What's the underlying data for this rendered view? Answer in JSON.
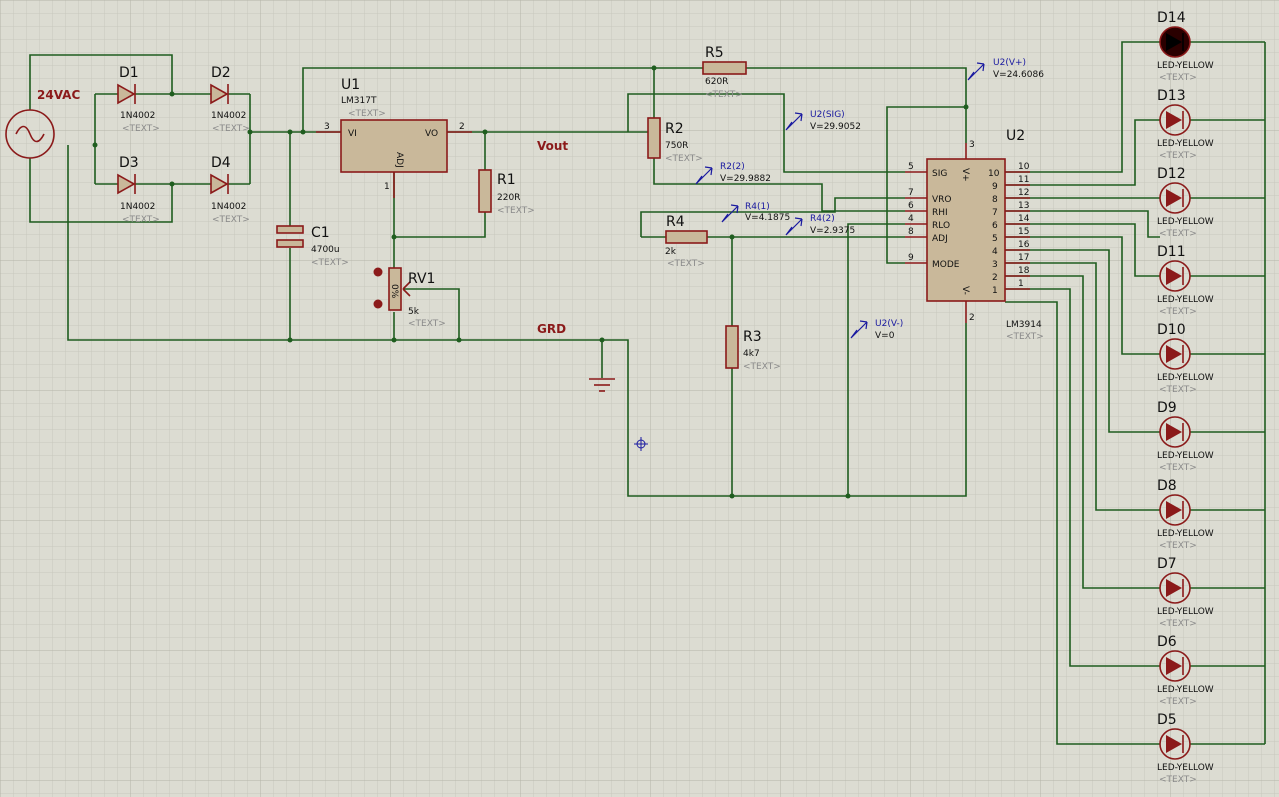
{
  "source": {
    "label": "24VAC"
  },
  "diodes": [
    {
      "ref": "D1",
      "value": "1N4002",
      "text": "<TEXT>"
    },
    {
      "ref": "D2",
      "value": "1N4002",
      "text": "<TEXT>"
    },
    {
      "ref": "D3",
      "value": "1N4002",
      "text": "<TEXT>"
    },
    {
      "ref": "D4",
      "value": "1N4002",
      "text": "<TEXT>"
    }
  ],
  "regulator": {
    "ref": "U1",
    "value": "LM317T",
    "text": "<TEXT>",
    "pin_vi": "VI",
    "pin_vo": "VO",
    "pin_adj": "ADJ",
    "pin3": "3",
    "pin2": "2",
    "pin1": "1"
  },
  "capacitor": {
    "ref": "C1",
    "value": "4700u",
    "text": "<TEXT>"
  },
  "resistors": [
    {
      "ref": "R1",
      "value": "220R",
      "text": "<TEXT>"
    },
    {
      "ref": "R2",
      "value": "750R",
      "text": "<TEXT>"
    },
    {
      "ref": "R3",
      "value": "4k7",
      "text": "<TEXT>"
    },
    {
      "ref": "R4",
      "value": "2k",
      "text": "<TEXT>"
    },
    {
      "ref": "R5",
      "value": "620R",
      "text": "<TEXT>"
    }
  ],
  "pot": {
    "ref": "RV1",
    "value": "5k",
    "text": "<TEXT>",
    "mark": "0%"
  },
  "nets": {
    "vout": "Vout",
    "grd": "GRD"
  },
  "driver": {
    "ref": "U2",
    "value": "LM3914",
    "text": "<TEXT>",
    "pin3": "3",
    "pin2": "2",
    "left_pins": [
      {
        "num": "5",
        "name": "SIG"
      },
      {
        "num": "7",
        "name": "VRO"
      },
      {
        "num": "6",
        "name": "RHI"
      },
      {
        "num": "4",
        "name": "RLO"
      },
      {
        "num": "8",
        "name": "ADJ"
      },
      {
        "num": "9",
        "name": "MODE"
      }
    ],
    "vplus_label": "V+",
    "vminus_label": "V-",
    "right_pins": [
      {
        "num": "10",
        "inner": "10"
      },
      {
        "num": "11",
        "inner": "9"
      },
      {
        "num": "12",
        "inner": "8"
      },
      {
        "num": "13",
        "inner": "7"
      },
      {
        "num": "14",
        "inner": "6"
      },
      {
        "num": "15",
        "inner": "5"
      },
      {
        "num": "16",
        "inner": "4"
      },
      {
        "num": "17",
        "inner": "3"
      },
      {
        "num": "18",
        "inner": "2"
      },
      {
        "num": "1",
        "inner": "1"
      }
    ]
  },
  "probes": [
    {
      "name": "U2(V+)",
      "value": "V=24.6086"
    },
    {
      "name": "U2(SIG)",
      "value": "V=29.9052"
    },
    {
      "name": "R2(2)",
      "value": "V=29.9882"
    },
    {
      "name": "R4(1)",
      "value": "V=4.1875"
    },
    {
      "name": "R4(2)",
      "value": "V=2.9375"
    },
    {
      "name": "U2(V-)",
      "value": "V=0"
    }
  ],
  "leds": [
    {
      "ref": "D14",
      "value": "LED-YELLOW",
      "text": "<TEXT>"
    },
    {
      "ref": "D13",
      "value": "LED-YELLOW",
      "text": "<TEXT>"
    },
    {
      "ref": "D12",
      "value": "LED-YELLOW",
      "text": "<TEXT>"
    },
    {
      "ref": "D11",
      "value": "LED-YELLOW",
      "text": "<TEXT>"
    },
    {
      "ref": "D10",
      "value": "LED-YELLOW",
      "text": "<TEXT>"
    },
    {
      "ref": "D9",
      "value": "LED-YELLOW",
      "text": "<TEXT>"
    },
    {
      "ref": "D8",
      "value": "LED-YELLOW",
      "text": "<TEXT>"
    },
    {
      "ref": "D7",
      "value": "LED-YELLOW",
      "text": "<TEXT>"
    },
    {
      "ref": "D6",
      "value": "LED-YELLOW",
      "text": "<TEXT>"
    },
    {
      "ref": "D5",
      "value": "LED-YELLOW",
      "text": "<TEXT>"
    }
  ],
  "colors": {
    "background": "#dcdcd2",
    "grid_minor": "#c8c8bd",
    "grid_major": "#b4b4a8",
    "wire": "#1f5d1f",
    "component": "#8b1a1a",
    "probe": "#1a1aa0",
    "led_lit": "#2a0000"
  }
}
